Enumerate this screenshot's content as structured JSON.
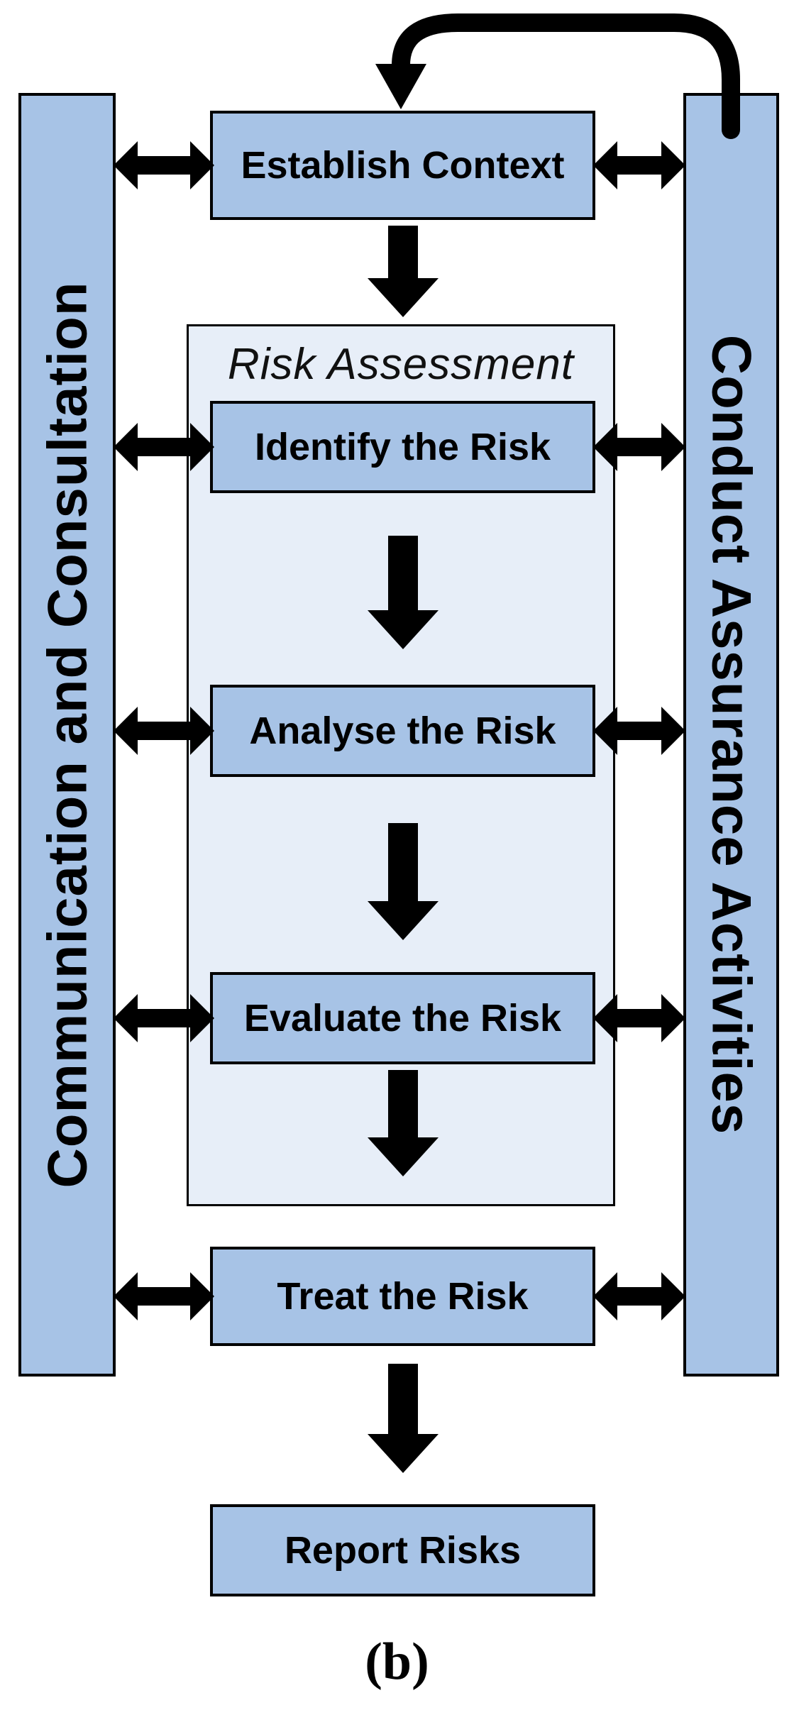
{
  "figure": {
    "caption": "(b)",
    "side_bars": {
      "left_label": "Communication and Consultation",
      "right_label": "Conduct Assurance Activities"
    },
    "container_label": "Risk Assessment",
    "steps": {
      "establish": "Establish Context",
      "identify": "Identify the Risk",
      "analyse": "Analyse the Risk",
      "evaluate": "Evaluate the Risk",
      "treat": "Treat the Risk",
      "report": "Report Risks"
    },
    "flow": {
      "feedback_loop": "Establish Context loop via Conduct Assurance Activities",
      "sequence": [
        "Establish Context",
        "Identify the Risk",
        "Analyse the Risk",
        "Evaluate the Risk",
        "Treat the Risk",
        "Report Risks"
      ]
    },
    "colors": {
      "node_fill": "#a7c3e6",
      "container_fill": "#e7eef8",
      "border": "#000000",
      "arrow": "#000000"
    }
  }
}
